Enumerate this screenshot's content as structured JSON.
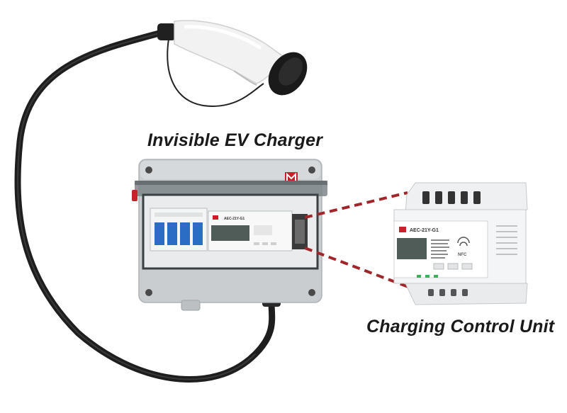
{
  "captions": {
    "charger_title": "Invisible EV Charger",
    "control_unit": "Charging Control Unit"
  },
  "meter": {
    "model": "AEC-21Y-G1",
    "nfc": "NFC"
  },
  "colors": {
    "background": "#ffffff",
    "cable": "#1e1e1e",
    "connector_body": "#f2f2f2",
    "enclosure": "#c9cdd0",
    "cover": "#8c9296",
    "breaker_blue": "#2b6cc4",
    "meter_screen": "#4f5c58",
    "callout_dash": "#a1262b",
    "logo_red": "#c8202a"
  }
}
